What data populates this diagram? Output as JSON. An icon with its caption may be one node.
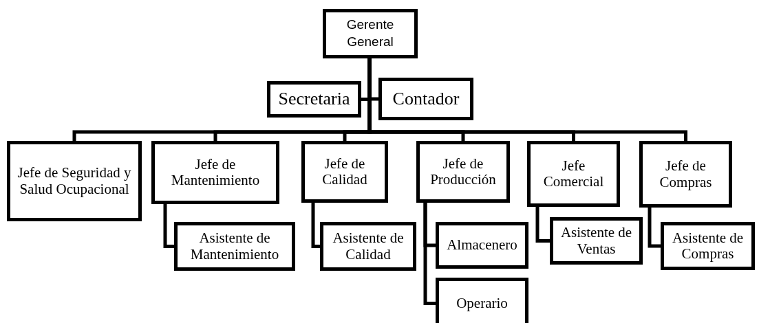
{
  "diagram": {
    "nodes": [
      {
        "text": [
          "Gerente General"
        ]
      },
      {
        "text": [
          "Secretaria"
        ]
      },
      {
        "text": [
          "Contador"
        ]
      },
      {
        "text": [
          "Jefe de Seguridad y Salud Ocupacional"
        ]
      },
      {
        "text": [
          "Jefe de Mantenimiento"
        ]
      },
      {
        "text": [
          "Asistente de Mantenimiento"
        ]
      },
      {
        "text": [
          "Jefe de Calidad"
        ]
      },
      {
        "text": [
          "Asistente de Calidad"
        ]
      },
      {
        "text": [
          "Jefe de Producción"
        ]
      },
      {
        "text": [
          "Almacenero"
        ]
      },
      {
        "text": [
          "Operario"
        ]
      },
      {
        "text": [
          "Jefe Comercial"
        ]
      },
      {
        "text": [
          "Asistente de Ventas"
        ]
      },
      {
        "text": [
          "Jefe de Compras"
        ]
      },
      {
        "text": [
          "Asistente de Compras"
        ]
      }
    ],
    "edges": [
      {
        "from": 0,
        "to": 1,
        "arrow": "none"
      },
      {
        "from": 0,
        "to": 2,
        "arrow": "none"
      },
      {
        "from": 0,
        "to": 3,
        "arrow": "none"
      },
      {
        "from": 0,
        "to": 4,
        "arrow": "none"
      },
      {
        "from": 0,
        "to": 6,
        "arrow": "none"
      },
      {
        "from": 0,
        "to": 8,
        "arrow": "none"
      },
      {
        "from": 0,
        "to": 11,
        "arrow": "none"
      },
      {
        "from": 0,
        "to": 13,
        "arrow": "none"
      },
      {
        "from": 4,
        "to": 5,
        "arrow": "none"
      },
      {
        "from": 6,
        "to": 7,
        "arrow": "none"
      },
      {
        "from": 8,
        "to": 9,
        "arrow": "none"
      },
      {
        "from": 8,
        "to": 10,
        "arrow": "none"
      },
      {
        "from": 11,
        "to": 12,
        "arrow": "none"
      },
      {
        "from": 13,
        "to": 14,
        "arrow": "none"
      }
    ]
  }
}
